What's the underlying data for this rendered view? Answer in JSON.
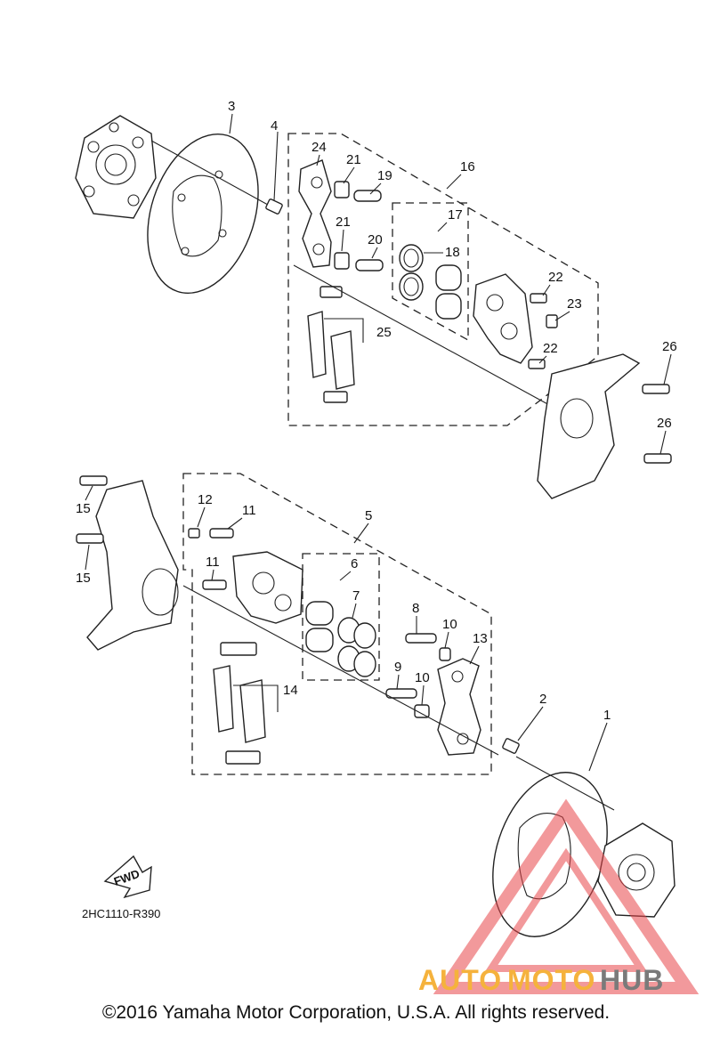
{
  "callouts": {
    "c1": "1",
    "c2": "2",
    "c3": "3",
    "c4": "4",
    "c5": "5",
    "c6": "6",
    "c7": "7",
    "c8": "8",
    "c9": "9",
    "c10a": "10",
    "c10b": "10",
    "c11a": "11",
    "c11b": "11",
    "c12": "12",
    "c13": "13",
    "c14": "14",
    "c15a": "15",
    "c15b": "15",
    "c16": "16",
    "c17": "17",
    "c18": "18",
    "c19": "19",
    "c20": "20",
    "c21a": "21",
    "c21b": "21",
    "c22a": "22",
    "c22b": "22",
    "c23": "23",
    "c24": "24",
    "c25": "25",
    "c26a": "26",
    "c26b": "26"
  },
  "fwd_label": "FWD",
  "diagram_code": "2HC1110-R390",
  "watermark": {
    "part1": "AUTO",
    "part2": "MOTO",
    "part3": "HUB",
    "color_primary": "#f5b23c",
    "color_secondary": "#7a7a7a",
    "triangle_color": "#e8464a"
  },
  "copyright": "©2016 Yamaha Motor Corporation, U.S.A. All rights reserved."
}
